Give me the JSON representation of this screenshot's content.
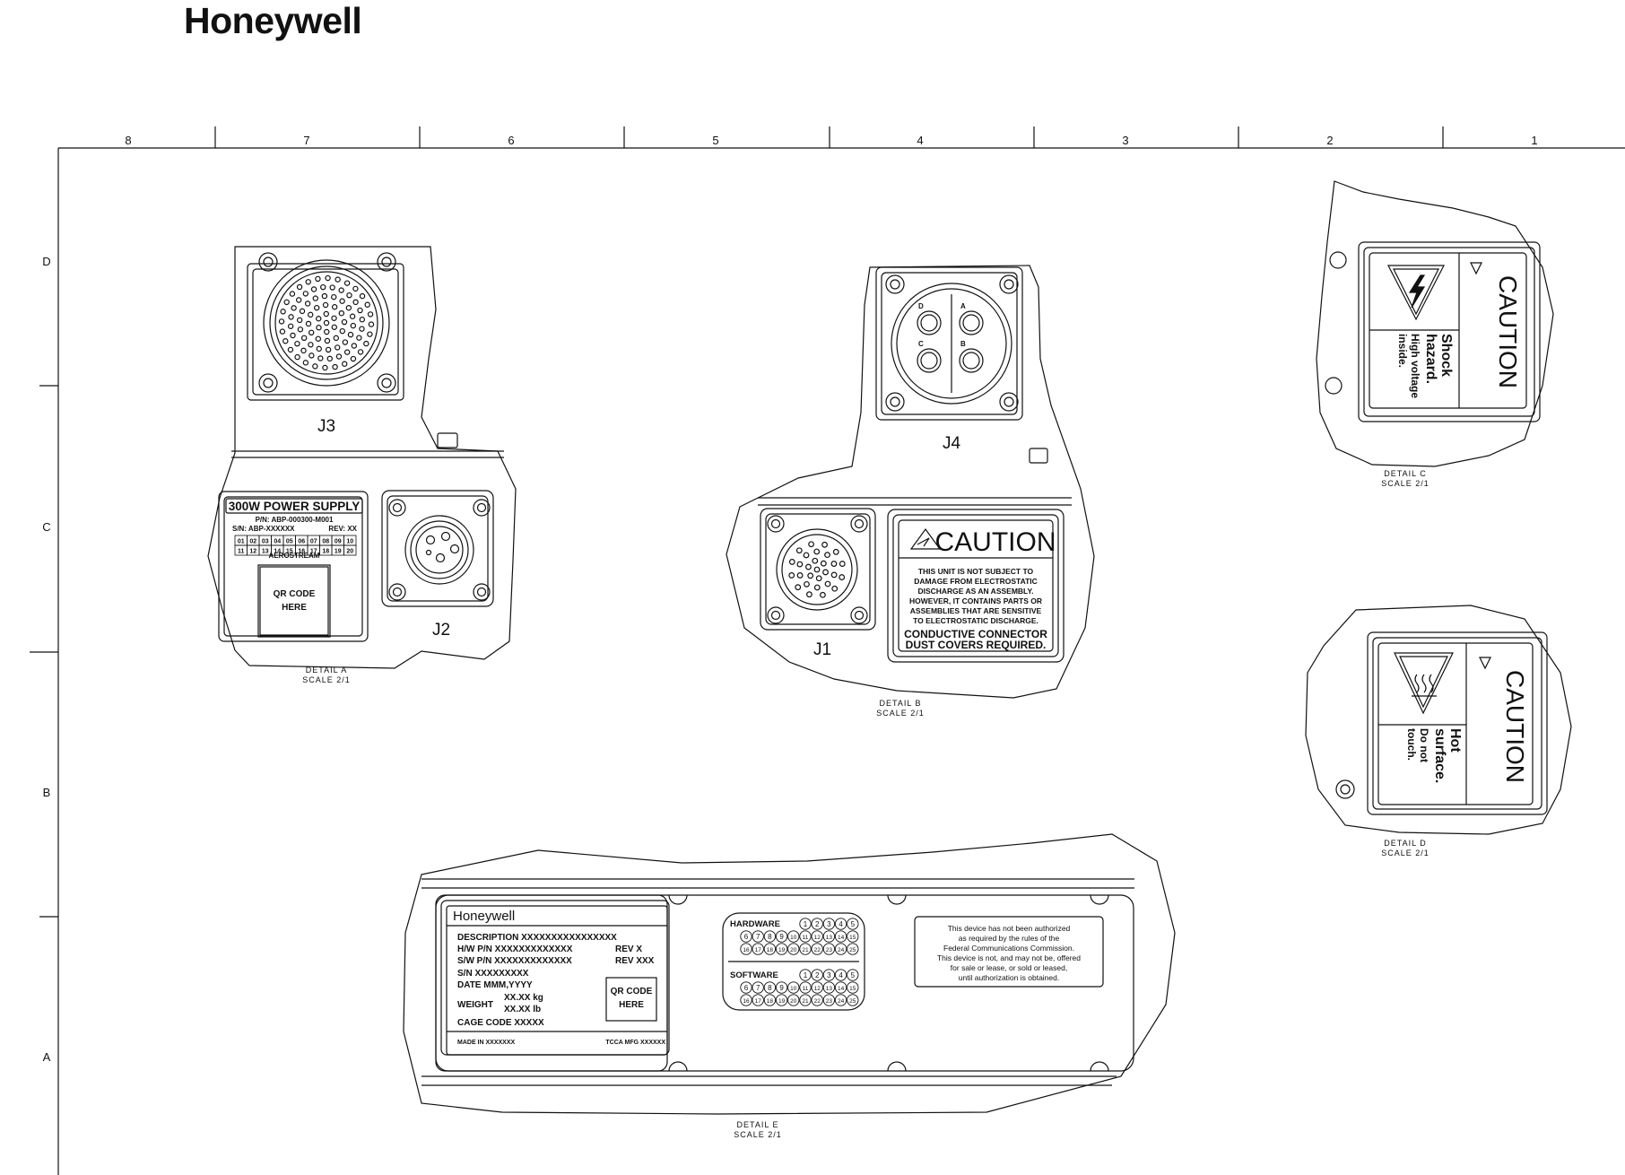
{
  "brand": "Honeywell",
  "zones": {
    "columns": [
      "8",
      "7",
      "6",
      "5",
      "4",
      "3",
      "2",
      "1"
    ],
    "rows": [
      "D",
      "C",
      "B",
      "A"
    ]
  },
  "details": {
    "a": {
      "caption": "DETAIL  A",
      "scale": "SCALE  2/1",
      "connector_top": "J3",
      "connector_side": "J2",
      "label_title": "300W POWER SUPPLY",
      "label_pn": "P/N: ABP-000300-M001",
      "label_sn": "S/N: ABP-XXXXXX",
      "label_rev": "REV: XX",
      "grid_row1": [
        "01",
        "02",
        "03",
        "04",
        "05",
        "06",
        "07",
        "08",
        "09",
        "10"
      ],
      "grid_row2": [
        "11",
        "12",
        "13",
        "14",
        "15",
        "16",
        "17",
        "18",
        "19",
        "20"
      ],
      "label_maker": "AEROSTREAM",
      "qr_line1": "QR CODE",
      "qr_line2": "HERE"
    },
    "b": {
      "caption": "DETAIL  B",
      "scale": "SCALE  2/1",
      "connector_top": "J4",
      "connector_side": "J1",
      "pins": [
        "D",
        "A",
        "C",
        "B"
      ],
      "caution_title": "CAUTION",
      "caution_lines": [
        "THIS UNIT IS NOT SUBJECT TO",
        "DAMAGE FROM ELECTROSTATIC",
        "DISCHARGE AS AN ASSEMBLY.",
        "HOWEVER, IT CONTAINS PARTS OR",
        "ASSEMBLIES THAT ARE SENSITIVE",
        "TO ELECTROSTATIC DISCHARGE."
      ],
      "caution_bold1": "CONDUCTIVE CONNECTOR",
      "caution_bold2": "DUST COVERS REQUIRED."
    },
    "c": {
      "caption": "DETAIL  C",
      "scale": "SCALE  2/1",
      "title": "CAUTION",
      "line1": "Shock",
      "line2": "hazard.",
      "line3": "High voltage",
      "line4": "inside."
    },
    "d": {
      "caption": "DETAIL  D",
      "scale": "SCALE  2/1",
      "title": "CAUTION",
      "line1": "Hot",
      "line2": "surface.",
      "line3": "Do not",
      "line4": "touch."
    },
    "e": {
      "caption": "DETAIL  E",
      "scale": "SCALE  2/1",
      "nameplate": {
        "brand": "Honeywell",
        "description": "DESCRIPTION   XXXXXXXXXXXXXXXX",
        "hw_pn": "H/W  P/N    XXXXXXXXXXXXX",
        "hw_rev": "REV   X",
        "sw_pn": "S/W  P/N    XXXXXXXXXXXXX",
        "sw_rev": "REV  XXX",
        "sn": "S/N   XXXXXXXXX",
        "date": "DATE    MMM,YYYY",
        "weight_label": "WEIGHT",
        "weight_kg": "XX.XX  kg",
        "weight_lb": "XX.XX  lb",
        "cage": "CAGE  CODE    XXXXX",
        "made_in": "MADE IN XXXXXXX",
        "tcca": "TCCA MFG XXXXXX",
        "qr_line1": "QR CODE",
        "qr_line2": "HERE"
      },
      "hardware_label": "HARDWARE",
      "software_label": "SOFTWARE",
      "circles_row1": [
        "1",
        "2",
        "3",
        "4",
        "5"
      ],
      "circles_row2": [
        "6",
        "7",
        "8",
        "9",
        "10",
        "11",
        "12",
        "13",
        "14",
        "15"
      ],
      "circles_row3": [
        "16",
        "17",
        "18",
        "19",
        "20",
        "21",
        "22",
        "23",
        "24",
        "25"
      ],
      "fcc_lines": [
        "This device has not been authorized",
        "as required by the rules of the",
        "Federal Communications Commission.",
        "This device is not, and may not be, offered",
        "for sale or lease, or sold or leased,",
        "until authorization is obtained."
      ]
    }
  }
}
